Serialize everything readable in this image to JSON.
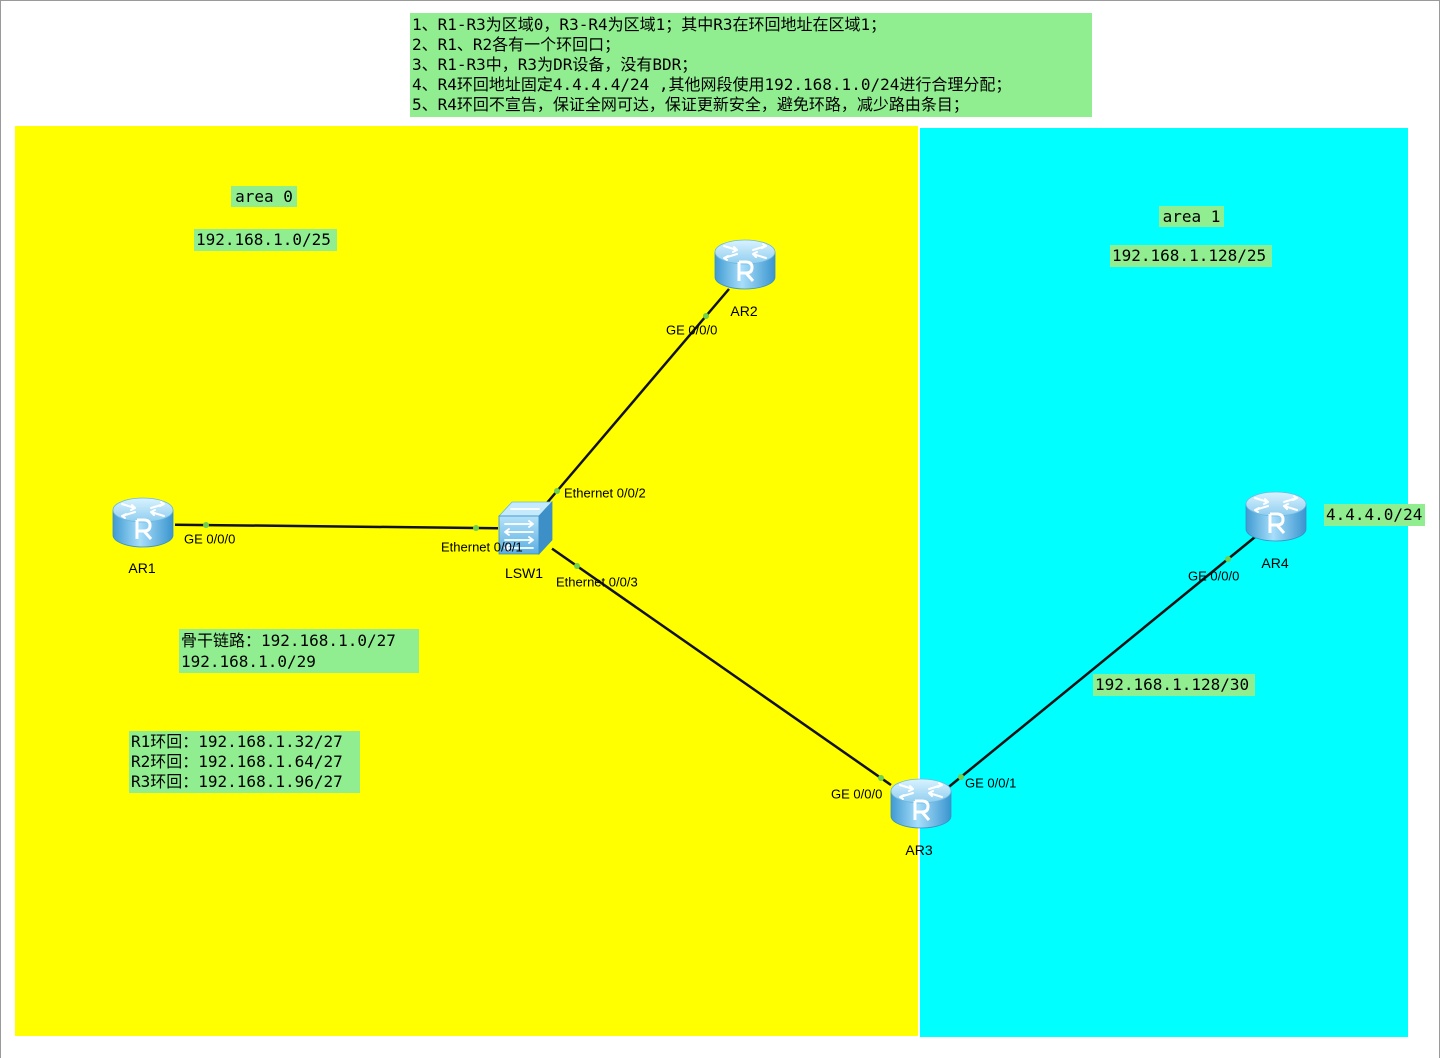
{
  "requirements": {
    "lines": [
      "1、R1-R3为区域0，R3-R4为区域1；其中R3在环回地址在区域1；",
      "2、R1、R2各有一个环回口；",
      "3、R1-R3中，R3为DR设备，没有BDR；",
      "4、R4环回地址固定4.4.4.4/24 ,其他网段使用192.168.1.0/24进行合理分配；",
      "5、R4环回不宣告，保证全网可达，保证更新安全，避免环路，减少路由条目；"
    ]
  },
  "areas": {
    "area0": {
      "label": "area 0",
      "subnet": "192.168.1.0/25",
      "color": "#ffff00"
    },
    "area1": {
      "label": "area 1",
      "subnet": "192.168.1.128/25",
      "color": "#00ffff"
    }
  },
  "notes": {
    "backbone": [
      "骨干链路：192.168.1.0/27",
      "192.168.1.0/29"
    ],
    "loopbacks": [
      "R1环回：192.168.1.32/27",
      "R2环回：192.168.1.64/27",
      "R3环回：192.168.1.96/27"
    ],
    "ar3_ar4_subnet": "192.168.1.128/30",
    "ar4_loopback": "4.4.4.0/24"
  },
  "devices": {
    "ar1": {
      "name": "AR1",
      "icon": "router-icon"
    },
    "ar2": {
      "name": "AR2",
      "icon": "router-icon"
    },
    "ar3": {
      "name": "AR3",
      "icon": "router-icon"
    },
    "ar4": {
      "name": "AR4",
      "icon": "router-icon"
    },
    "lsw1": {
      "name": "LSW1",
      "icon": "switch-icon"
    }
  },
  "links": [
    {
      "port_a": "GE 0/0/0",
      "port_b": "Ethernet 0/0/1"
    },
    {
      "port_a": "Ethernet 0/0/2",
      "port_b": "GE 0/0/0"
    },
    {
      "port_a": "Ethernet 0/0/3",
      "port_b": "GE 0/0/0"
    },
    {
      "port_a": "GE 0/0/1",
      "port_b": "GE 0/0/0"
    }
  ],
  "colors": {
    "note_bg": "#90ee90",
    "link": "#111111",
    "port_dot": "#6fcf4f"
  }
}
